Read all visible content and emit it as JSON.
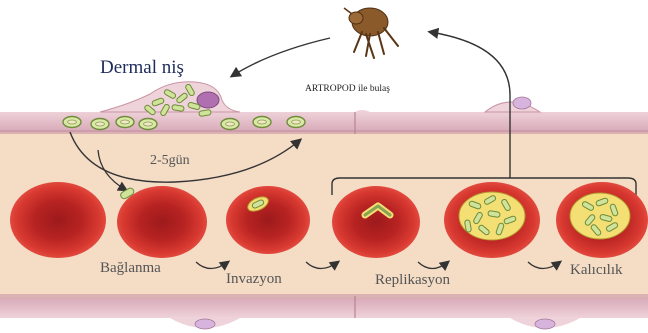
{
  "labels": {
    "dermal_nis": "Dermal niş",
    "artropod": "ARTROPOD ile bulaş",
    "days": "2-5gün",
    "baglanma": "Bağlanma",
    "invazyon": "Invazyon",
    "replikasyon": "Replikasyon",
    "kalicilik": "Kalıcılık"
  },
  "colors": {
    "vessel_wall": "#e9c7d1",
    "vessel_wall_shadow": "#c99aab",
    "vessel_lumen": "#f3dcc6",
    "rbc": "#d9352f",
    "rbc_center": "#a71d1e",
    "bacteria_fill": "#cfe39a",
    "bacteria_edge": "#7e9a43",
    "vacuole": "#f3df74",
    "arrow": "#3a3a3a",
    "nucleus": "#a35b92"
  },
  "icons": {
    "vector": "flea-icon"
  }
}
